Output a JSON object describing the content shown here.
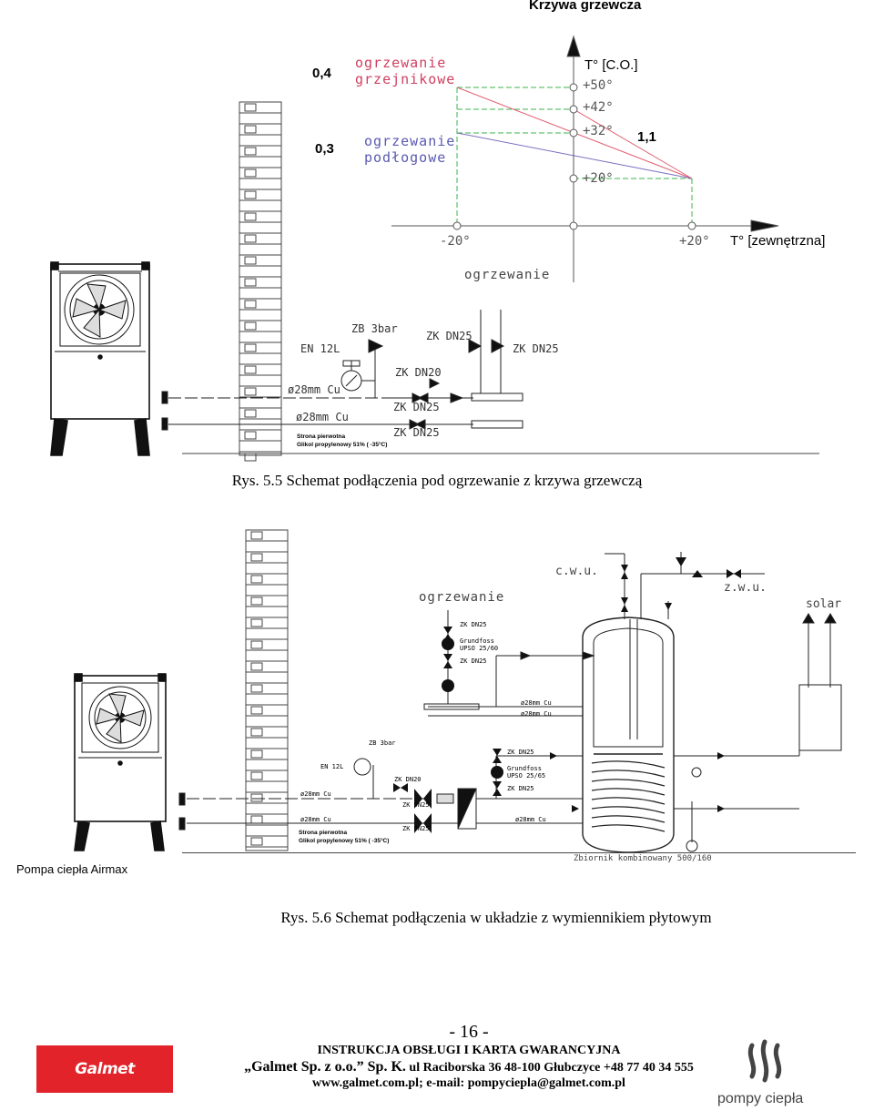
{
  "page_title": "Krzywa grzewcza",
  "fig1": {
    "coef_high": "0,4",
    "coef_low": "0,3",
    "coef_right": "1,1",
    "label_radiator_1": "ogrzewanie",
    "label_radiator_2": "grzejnikowe",
    "label_floor_1": "ogrzewanie",
    "label_floor_2": "podłogowe",
    "y_axis_label": "T° [C.O.]",
    "x_axis_label": "T° [zewnętrzna]",
    "y_ticks": [
      "+50°",
      "+42°",
      "+32°",
      "+20°"
    ],
    "x_tick_left": "-20°",
    "x_tick_right": "+20°",
    "heating_label": "ogrzewanie",
    "zb": "ZB 3bar",
    "en": "EN 12L",
    "zk_dn25_a": "ZK DN25",
    "zk_dn25_b": "ZK DN25",
    "zk_dn20": "ZK DN20",
    "zk_dn25_c": "ZK DN25",
    "zk_dn25_d": "ZK DN25",
    "pipe_1": "ø28mm Cu",
    "pipe_2": "ø28mm Cu",
    "primary_1": "Strona pierwotna",
    "primary_2": "Glikol propylenowy 51% ( -35°C)",
    "caption": "Rys. 5.5 Schemat podłączenia pod ogrzewanie z krzywa grzewczą"
  },
  "fig2": {
    "heating_label": "ogrzewanie",
    "cwu": "c.w.u.",
    "zwu": "z.w.u.",
    "solar": "solar",
    "zk_top": "ZK DN25",
    "pump1_a": "Grundfoss",
    "pump1_b": "UPSO 25/60",
    "zk_mid": "ZK DN25",
    "pipe_r1": "ø28mm Cu",
    "pipe_r2": "ø28mm Cu",
    "zb": "ZB 3bar",
    "en": "EN 12L",
    "zk_dn20": "ZK DN20",
    "zk_dn25_1": "ZK DN25",
    "zk_dn25_2": "ZK DN25",
    "zk_dn25_3": "ZK DN25",
    "pump2_a": "Grundfoss",
    "pump2_b": "UPSO 25/65",
    "zk_dn25_4": "ZK DN25",
    "pipe_l1": "ø28mm Cu",
    "pipe_l2": "ø28mm Cu",
    "pipe_b": "ø28mm Cu",
    "primary_1": "Strona pierwotna",
    "primary_2": "Glikol propylenowy 51% ( -35°C)",
    "pump_label": "Pompa ciepła Airmax",
    "tank_label": "Zbiornik kombinowany 500/160",
    "caption": "Rys. 5.6 Schemat podłączenia w układzie z wymiennikiem płytowym"
  },
  "footer": {
    "page_number": "- 16 -",
    "line1": "INSTRUKCJA OBSŁUGI I KARTA GWARANCYJNA",
    "line2_company": "„Galmet Sp. z o.o.” Sp. K.",
    "line2_address": " ul Raciborska 36 48-100 Głubczyce +48 77 40 34 555",
    "line3": "www.galmet.com.pl; e-mail: pompyciepla@galmet.com.pl",
    "logo_left": "Galmet",
    "logo_right": "pompy ciepła"
  },
  "colors": {
    "grid_green": "#3cb44b",
    "curve_red": "#e06070",
    "curve_blue": "#7a6fc0",
    "logo_red": "#e2232a",
    "label_blue": "#5a5ab0",
    "label_red": "#d04060"
  }
}
